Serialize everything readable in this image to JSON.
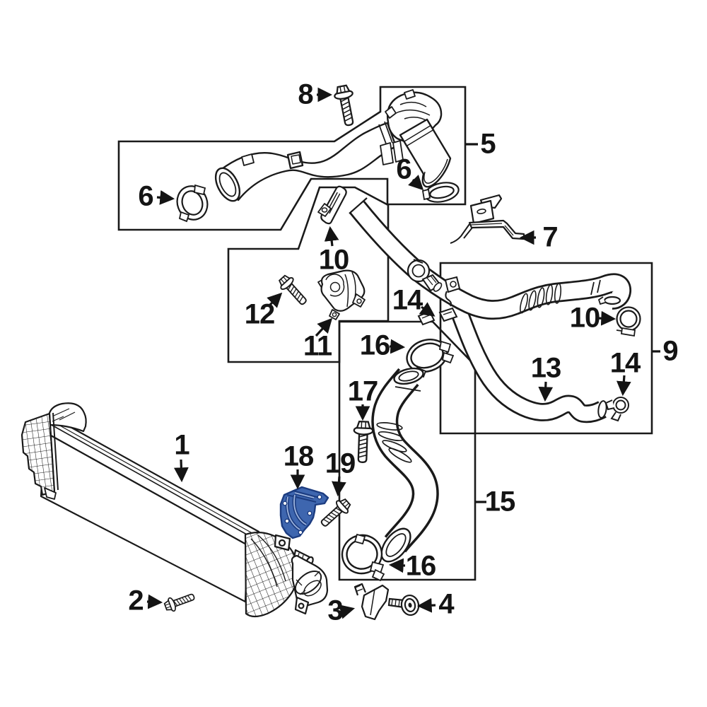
{
  "figure": {
    "type": "exploded-parts-diagram",
    "subject": "intercooler and charge air cooler piping",
    "background_color": "#ffffff",
    "line_color": "#1a1a1a",
    "highlight_color": "#3e66af",
    "highlight_dark_color": "#1c3c80",
    "highlighted_callout": "18"
  },
  "callouts": [
    {
      "id": "callout-1",
      "label": "1"
    },
    {
      "id": "callout-2",
      "label": "2"
    },
    {
      "id": "callout-3",
      "label": "3"
    },
    {
      "id": "callout-4",
      "label": "4"
    },
    {
      "id": "callout-5",
      "label": "5"
    },
    {
      "id": "callout-6-upper",
      "label": "6"
    },
    {
      "id": "callout-6-lower",
      "label": "6"
    },
    {
      "id": "callout-7",
      "label": "7"
    },
    {
      "id": "callout-8",
      "label": "8"
    },
    {
      "id": "callout-9",
      "label": "9"
    },
    {
      "id": "callout-10-strip",
      "label": "10"
    },
    {
      "id": "callout-10-clamp",
      "label": "10"
    },
    {
      "id": "callout-11",
      "label": "11"
    },
    {
      "id": "callout-12",
      "label": "12"
    },
    {
      "id": "callout-13",
      "label": "13"
    },
    {
      "id": "callout-14-upper",
      "label": "14"
    },
    {
      "id": "callout-14-lower",
      "label": "14"
    },
    {
      "id": "callout-15",
      "label": "15"
    },
    {
      "id": "callout-16-upper",
      "label": "16"
    },
    {
      "id": "callout-16-lower",
      "label": "16"
    },
    {
      "id": "callout-17",
      "label": "17"
    },
    {
      "id": "callout-18",
      "label": "18"
    },
    {
      "id": "callout-19",
      "label": "19"
    }
  ]
}
